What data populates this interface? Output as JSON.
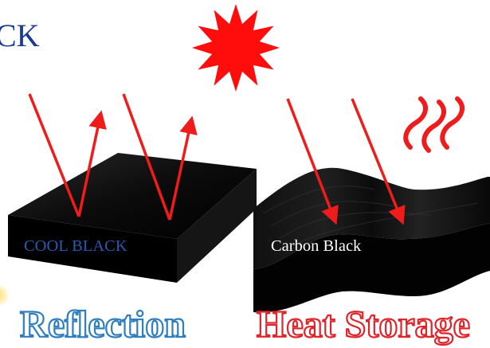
{
  "header": {
    "partial_title": "CK"
  },
  "panels": {
    "left": {
      "block_label": "COOL BLACK",
      "caption": "Reflection"
    },
    "right": {
      "block_label": "Carbon Black",
      "caption": "Heat Storage"
    }
  },
  "colors": {
    "title": "#1a3a9a",
    "left_label": "#2a5ab0",
    "left_caption": "#2f7fc0",
    "right_label": "#ffffff",
    "right_caption": "#e0242a",
    "ray": "#ef1c1c",
    "sun": "#ff0d0d",
    "block": "#0b0b0b",
    "heat_waves": "#ee1c1c",
    "corner_glow": "#ffd54a"
  },
  "icons": {
    "sun": "sun-icon",
    "heat": "heat-waves-icon"
  }
}
